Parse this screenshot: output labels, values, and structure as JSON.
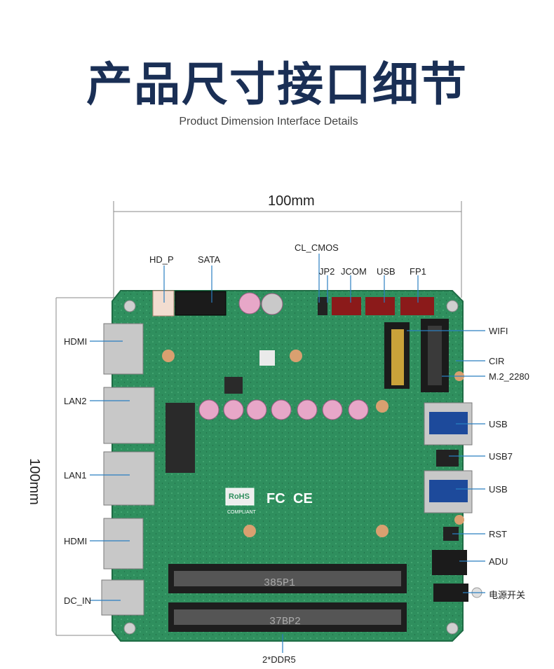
{
  "title": "产品尺寸接口细节",
  "subtitle": "Product Dimension Interface Details",
  "dimensions": {
    "width": "100mm",
    "height": "100mm"
  },
  "board": {
    "rohs": "RoHS",
    "rohs_sub": "COMPLIANT",
    "fcc": "FC",
    "ce": "CE",
    "dimm_top": "385P1",
    "dimm_bottom": "37BP2"
  },
  "labels": {
    "hd_p": "HD_P",
    "sata": "SATA",
    "cl_cmos": "CL_CMOS",
    "jp2": "JP2",
    "jcom": "JCOM",
    "usb_top": "USB",
    "fp1": "FP1",
    "wifi": "WIFI",
    "cir": "CIR",
    "m2": "M.2_2280",
    "usb_right1": "USB",
    "usb7": "USB7",
    "usb_right2": "USB",
    "rst": "RST",
    "adu": "ADU",
    "power": "电源开关",
    "hdmi_top": "HDMI",
    "lan2": "LAN2",
    "lan1": "LAN1",
    "hdmi_bottom": "HDMI",
    "dc_in": "DC_IN",
    "ddr": "2*DDR5"
  },
  "colors": {
    "title": "#1a2f55",
    "pcb": "#2f8f5e",
    "pcb_dark": "#1e6b44",
    "leader": "#2a7fc1",
    "dim_line": "#888888"
  }
}
